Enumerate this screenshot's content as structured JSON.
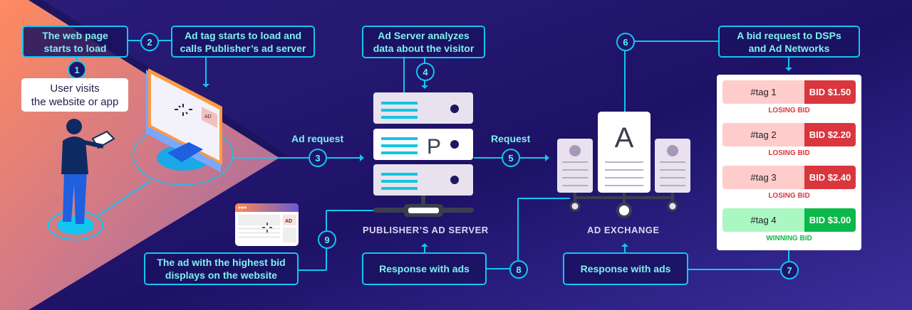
{
  "steps": {
    "s1": {
      "number": "1",
      "text": "User visits\nthe website or app"
    },
    "s1_box": {
      "text": "The web page\nstarts to load"
    },
    "s2": {
      "number": "2",
      "text": "Ad tag starts to load and\ncalls Publisher’s ad server"
    },
    "s3": {
      "number": "3",
      "label": "Ad request"
    },
    "s4": {
      "number": "4",
      "text": "Ad Server analyzes\ndata about the visitor"
    },
    "s5": {
      "number": "5",
      "label": "Request"
    },
    "s6": {
      "number": "6",
      "text": "A bid request to DSPs\nand Ad Networks"
    },
    "s7": {
      "number": "7",
      "text": "Response with ads"
    },
    "s8": {
      "number": "8",
      "text": "Response with ads"
    },
    "s9": {
      "number": "9",
      "text": "The ad with the highest bid\ndisplays on the website"
    }
  },
  "publisher_server": {
    "caption": "PUBLISHER’S AD SERVER",
    "letter": "P"
  },
  "ad_exchange": {
    "caption": "AD EXCHANGE",
    "letter": "A"
  },
  "monitor": {
    "ad_label": "AD"
  },
  "browser_window": {
    "ad_label": "AD"
  },
  "bids": [
    {
      "tag": "#tag 1",
      "bid": "BID $1.50",
      "status": "LOSING BID",
      "tag_color": "#ffcccc",
      "bid_color": "#d9363e",
      "status_color": "#d9363e"
    },
    {
      "tag": "#tag 2",
      "bid": "BID $2.20",
      "status": "LOSING BID",
      "tag_color": "#ffcccc",
      "bid_color": "#d9363e",
      "status_color": "#d9363e"
    },
    {
      "tag": "#tag 3",
      "bid": "BID $2.40",
      "status": "LOSING BID",
      "tag_color": "#ffcccc",
      "bid_color": "#d9363e",
      "status_color": "#d9363e"
    },
    {
      "tag": "#tag 4",
      "bid": "BID $3.00",
      "status": "WINNING BID",
      "tag_color": "#aaf7c2",
      "bid_color": "#0bb84a",
      "status_color": "#0bb84a"
    }
  ],
  "colors": {
    "accent": "#12c6f0",
    "text_accent": "#7ff0f0",
    "background": "#241870",
    "floor": "#f08a6a"
  }
}
